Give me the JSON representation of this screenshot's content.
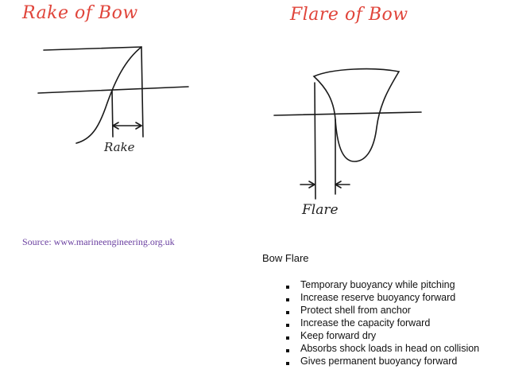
{
  "left_panel": {
    "title": "Rake of Bow",
    "dimension_label": "Rake",
    "source": "Source: www.marineengineering.org.uk"
  },
  "right_panel": {
    "title": "Flare of Bow",
    "dimension_label": "Flare",
    "heading": "Bow Flare",
    "bullets": [
      "Temporary buoyancy while pitching",
      "Increase reserve buoyancy forward",
      "Protect shell from anchor",
      "Increase the capacity forward",
      "Keep forward dry",
      "Absorbs shock loads in head on collision",
      "Gives permanent buoyancy forward"
    ]
  },
  "colors": {
    "title": "#e0443a",
    "source": "#6a3fa0",
    "line": "#1a1a1a"
  }
}
